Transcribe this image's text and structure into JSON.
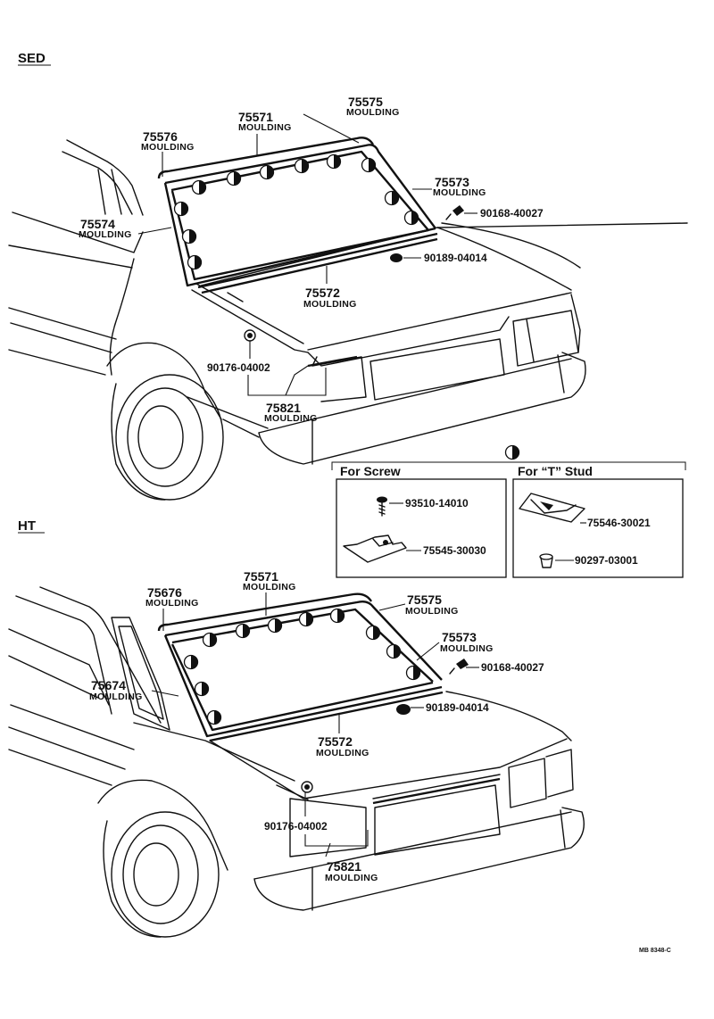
{
  "sections": {
    "sed": "SED",
    "ht": "HT"
  },
  "legend": {
    "for_screw": "For Screw",
    "for_stud": "For “T” Stud"
  },
  "sed": {
    "p75575": {
      "num": "75575",
      "name": "MOULDING"
    },
    "p75571": {
      "num": "75571",
      "name": "MOULDING"
    },
    "p75576": {
      "num": "75576",
      "name": "MOULDING"
    },
    "p75573": {
      "num": "75573",
      "name": "MOULDING"
    },
    "p75574": {
      "num": "75574",
      "name": "MOULDING"
    },
    "p75572": {
      "num": "75572",
      "name": "MOULDING"
    },
    "p75821": {
      "num": "75821",
      "name": "MOULDING"
    },
    "p90168": {
      "num": "90168-40027"
    },
    "p90189": {
      "num": "90189-04014"
    },
    "p90176": {
      "num": "90176-04002"
    }
  },
  "ht": {
    "p75571": {
      "num": "75571",
      "name": "MOULDING"
    },
    "p75676": {
      "num": "75676",
      "name": "MOULDING"
    },
    "p75575": {
      "num": "75575",
      "name": "MOULDING"
    },
    "p75573": {
      "num": "75573",
      "name": "MOULDING"
    },
    "p75674": {
      "num": "75674",
      "name": "MOULDING"
    },
    "p75572": {
      "num": "75572",
      "name": "MOULDING"
    },
    "p75821": {
      "num": "75821",
      "name": "MOULDING"
    },
    "p90168": {
      "num": "90168-40027"
    },
    "p90189": {
      "num": "90189-04014"
    },
    "p90176": {
      "num": "90176-04002"
    }
  },
  "clips": {
    "p93510": "93510-14010",
    "p75545a": "75545-30030",
    "p75546": "75546-30021",
    "p90297": "90297-03001"
  },
  "diagram_code": "MB 8348-C"
}
